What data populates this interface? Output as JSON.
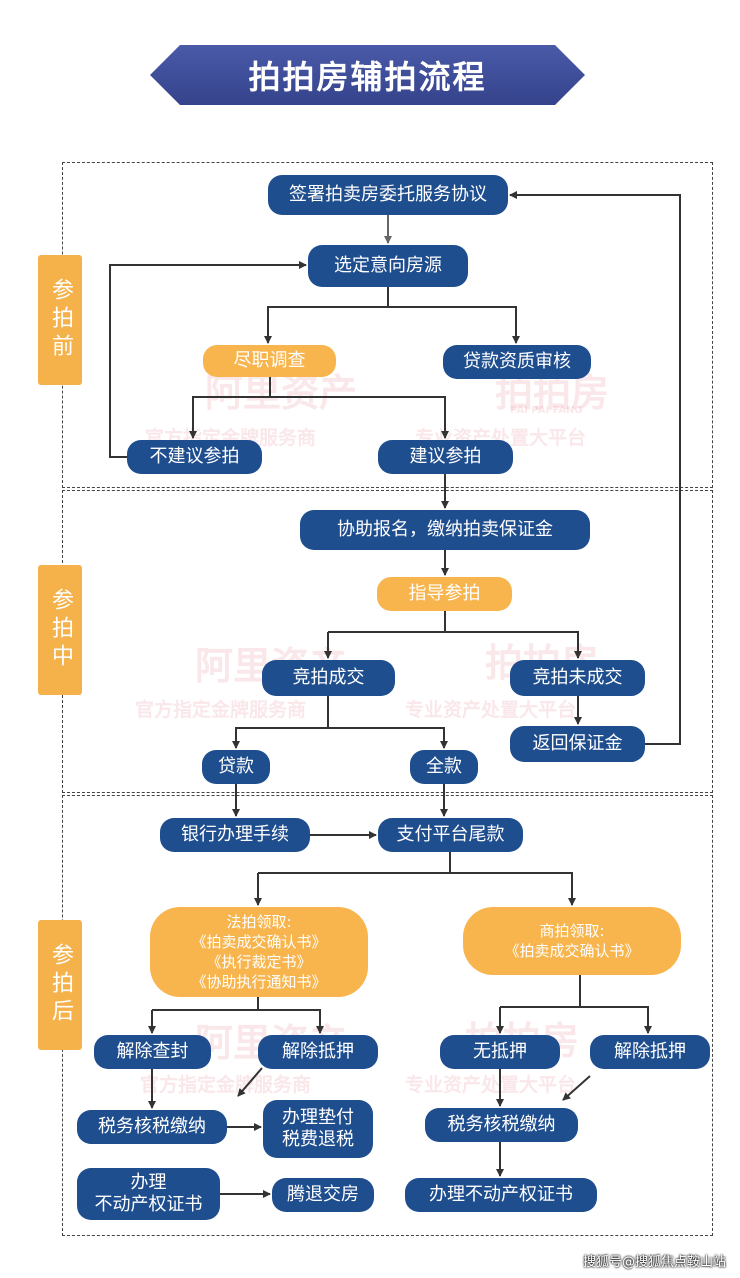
{
  "title": "拍拍房辅拍流程",
  "colors": {
    "node_blue": "#1f4e8f",
    "node_orange": "#f8b54e",
    "banner": "#3e4c9b"
  },
  "stages": [
    "参拍前",
    "参拍中",
    "参拍后"
  ],
  "nodes": {
    "sign": "签署拍卖房委托服务协议",
    "select": "选定意向房源",
    "due_diligence": "尽职调查",
    "loan_review": "贷款资质审核",
    "not_recommend": "不建议参拍",
    "recommend": "建议参拍",
    "register": "协助报名，缴纳拍卖保证金",
    "guide": "指导参拍",
    "deal": "竞拍成交",
    "no_deal": "竞拍未成交",
    "refund": "返回保证金",
    "loan": "贷款",
    "full": "全款",
    "bank": "银行办理手续",
    "pay_balance": "支付平台尾款",
    "court_collect": "法拍领取:\n《拍卖成交确认书》\n《执行裁定书》\n《协助执行通知书》",
    "commercial_collect": "商拍领取:\n《拍卖成交确认书》",
    "unseal": "解除查封",
    "release_mortgage_left": "解除抵押",
    "no_mortgage": "无抵押",
    "release_mortgage_right": "解除抵押",
    "tax_left": "税务核税缴纳",
    "advance_tax": "办理垫付\n税费退税",
    "tax_right": "税务核税缴纳",
    "cert_left": "办理\n不动产权证书",
    "vacate": "腾退交房",
    "cert_right": "办理不动产权证书"
  },
  "watermark": {
    "brand1": "阿里资产",
    "slogan1": "官方指定金牌服务商",
    "brand2": "拍拍房",
    "brand2_pinyin": "PAI PAI FANG",
    "slogan2": "专业资产处置大平台"
  },
  "footer": "搜狐号@搜狐焦点鞍山站"
}
